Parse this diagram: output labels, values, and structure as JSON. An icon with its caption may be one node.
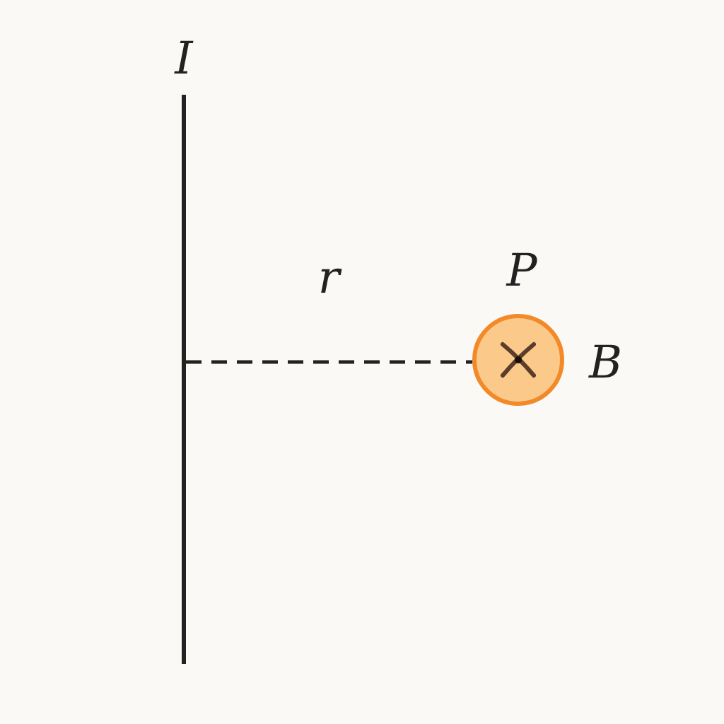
{
  "diagram": {
    "nodes": [
      {
        "text": [
          "I"
        ]
      },
      {
        "text": [
          "P"
        ],
        "beside": [
          "B"
        ]
      }
    ],
    "edges": [
      {
        "from": 0,
        "to": 1,
        "arrow": "none",
        "style": "dashed",
        "label": "r"
      }
    ]
  }
}
